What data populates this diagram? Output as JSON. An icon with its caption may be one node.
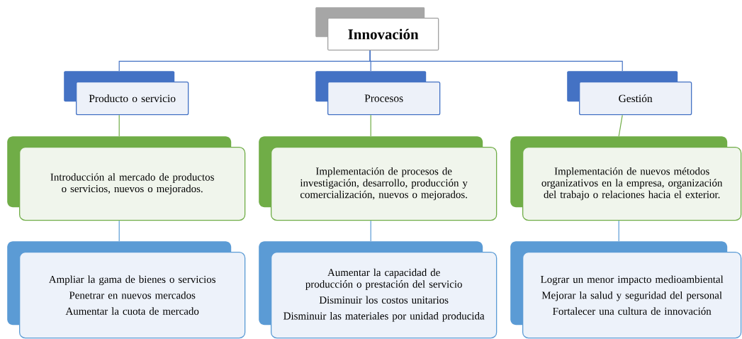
{
  "diagram": {
    "nodes": [
      {
        "text": [
          "Innovación"
        ]
      },
      {
        "text": [
          "Producto o servicio"
        ]
      },
      {
        "text": [
          "Procesos"
        ]
      },
      {
        "text": [
          "Gestión"
        ]
      },
      {
        "text": [
          "Introducción al mercado de productos o servicios, nuevos o mejorados."
        ]
      },
      {
        "text": [
          "Implementación de procesos de investigación, desarrollo, producción y comercialización, nuevos o mejorados."
        ]
      },
      {
        "text": [
          "Implementación de nuevos métodos organizativos en la empresa, organización del trabajo o relaciones hacia el exterior."
        ]
      },
      {
        "text": [
          "Ampliar la gama de bienes o servicios",
          "Penetrar en nuevos mercados",
          "Aumentar la cuota de mercado"
        ]
      },
      {
        "text": [
          "Aumentar la capacidad de producción o prestación del servicio",
          "Disminuir los costos unitarios",
          "Disminuir las materiales por unidad producida"
        ]
      },
      {
        "text": [
          "Lograr un menor impacto medioambiental",
          "Mejorar la salud y seguridad del personal",
          "Fortalecer una cultura de innovación"
        ]
      }
    ],
    "edges": [
      {
        "from": 0,
        "to": 1,
        "arrow": "none"
      },
      {
        "from": 0,
        "to": 2,
        "arrow": "none"
      },
      {
        "from": 0,
        "to": 3,
        "arrow": "none"
      },
      {
        "from": 1,
        "to": 4,
        "arrow": "none",
        "color": "#70ad47"
      },
      {
        "from": 2,
        "to": 5,
        "arrow": "none",
        "color": "#70ad47"
      },
      {
        "from": 3,
        "to": 6,
        "arrow": "none",
        "color": "#70ad47"
      },
      {
        "from": 4,
        "to": 7,
        "arrow": "none",
        "color": "#5b9bd5"
      },
      {
        "from": 5,
        "to": 8,
        "arrow": "none",
        "color": "#5b9bd5"
      },
      {
        "from": 6,
        "to": 9,
        "arrow": "none",
        "color": "#5b9bd5"
      }
    ]
  }
}
